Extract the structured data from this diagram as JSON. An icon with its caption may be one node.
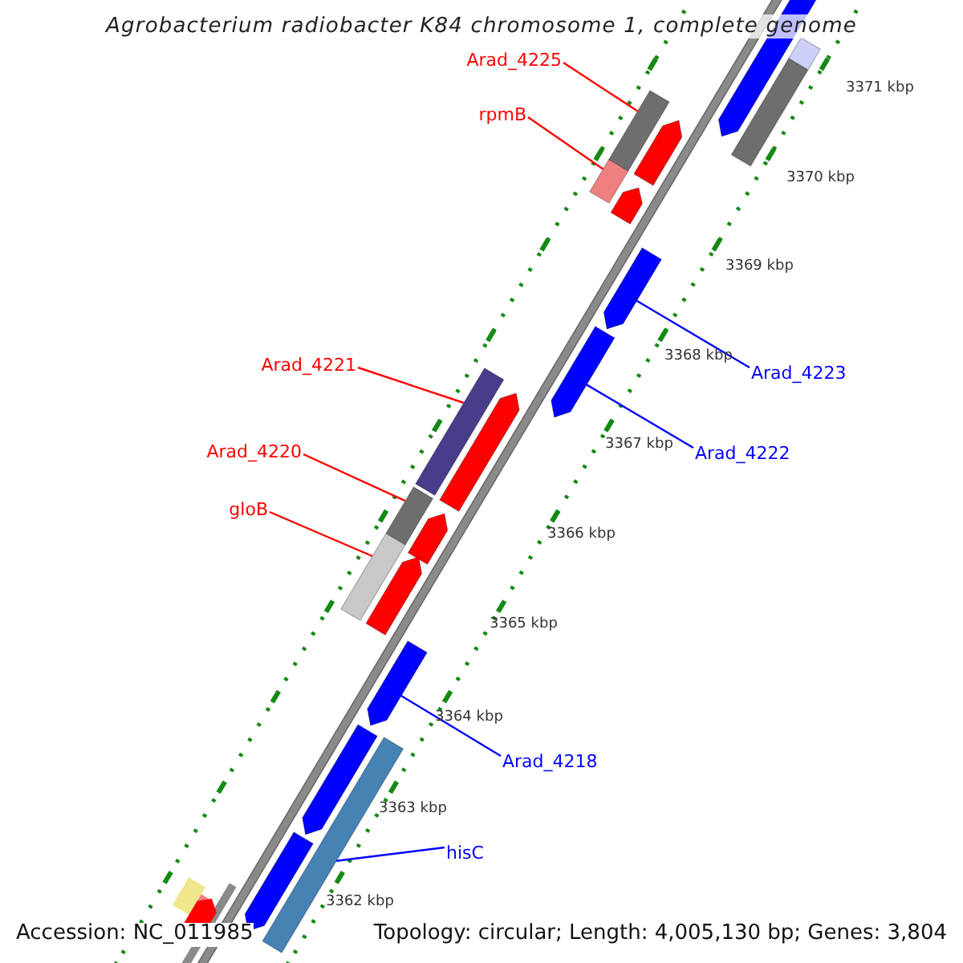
{
  "diagram": {
    "title": "Agrobacterium radiobacter K84 chromosome 1, complete genome",
    "nodes": [
      {
        "text": [
          "Arad_4225"
        ]
      },
      {
        "text": [
          "rpmB"
        ]
      },
      {
        "text": [
          "Arad_4221"
        ]
      },
      {
        "text": [
          "Arad_4220"
        ]
      },
      {
        "text": [
          "gloB"
        ]
      },
      {
        "text": [
          "Arad_4223"
        ]
      },
      {
        "text": [
          "Arad_4222"
        ]
      },
      {
        "text": [
          "Arad_4218"
        ]
      },
      {
        "text": [
          "hisC"
        ]
      },
      {
        "text": [],
        "shape": "bar"
      },
      {
        "text": [],
        "shape": "bar"
      },
      {
        "text": [],
        "shape": "bar"
      },
      {
        "text": [],
        "shape": "bar"
      },
      {
        "text": [],
        "shape": "bar"
      },
      {
        "text": [],
        "shape": "arrow"
      },
      {
        "text": [],
        "shape": "arrow"
      },
      {
        "text": [],
        "shape": "arrow"
      },
      {
        "text": [],
        "shape": "bar"
      },
      {
        "text": [],
        "shape": "arrow"
      },
      {
        "text": [],
        "shape": "bar"
      },
      {
        "text": [],
        "shape": "bar"
      },
      {
        "text": [],
        "shape": "arrow"
      },
      {
        "text": [],
        "shape": "arrow"
      },
      {
        "text": [],
        "shape": "arrow"
      },
      {
        "text": [],
        "shape": "arrow"
      },
      {
        "text": [],
        "shape": "arrow"
      },
      {
        "text": [],
        "shape": "arrow"
      },
      {
        "text": [],
        "shape": "arrow"
      }
    ],
    "edges": [
      {
        "from": 0,
        "to": 9,
        "arrow": "none"
      },
      {
        "from": 1,
        "to": 10,
        "arrow": "none"
      },
      {
        "from": 2,
        "to": 11,
        "arrow": "none"
      },
      {
        "from": 3,
        "to": 12,
        "arrow": "none"
      },
      {
        "from": 4,
        "to": 13,
        "arrow": "none"
      },
      {
        "from": 5,
        "to": 14,
        "arrow": "none",
        "color": "#0000ff"
      },
      {
        "from": 6,
        "to": 15,
        "arrow": "none",
        "color": "#0000ff"
      },
      {
        "from": 7,
        "to": 16,
        "arrow": "none",
        "color": "#0000ff"
      },
      {
        "from": 8,
        "to": 17,
        "arrow": "none",
        "color": "#0000ff"
      }
    ],
    "labels": [
      "3371 kbp",
      "3370 kbp",
      "3369 kbp",
      "3368 kbp",
      "3367 kbp",
      "3366 kbp",
      "3365 kbp",
      "3364 kbp",
      "3363 kbp",
      "3362 kbp",
      "Accession: NC_011985",
      "Topology: circular; Length: 4,005,130 bp; Genes: 3,804"
    ]
  }
}
